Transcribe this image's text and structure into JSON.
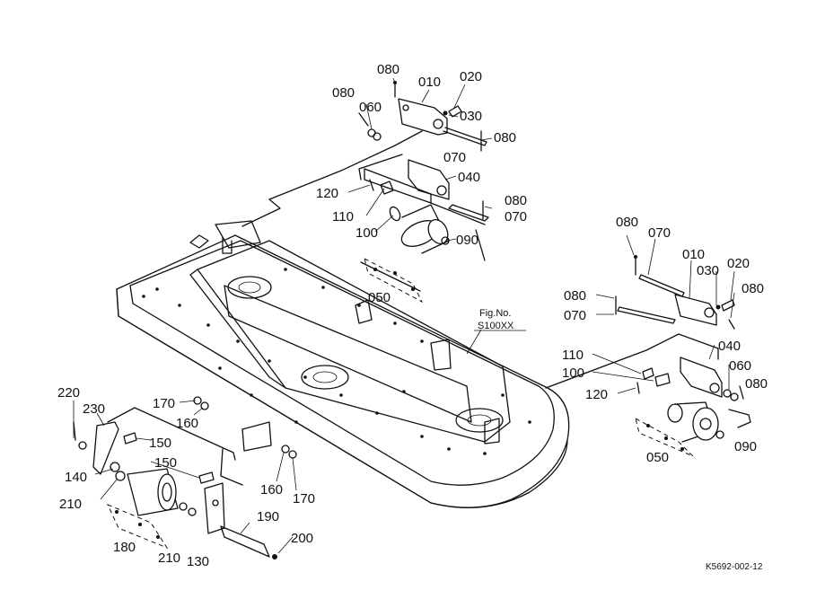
{
  "labels": {
    "p010_a": "010",
    "p020_a": "020",
    "p030_a": "030",
    "p080_a1": "080",
    "p080_a2": "080",
    "p080_a3": "080",
    "p060_a": "060",
    "p070_a1": "070",
    "p040_a": "040",
    "p080_a4": "080",
    "p070_a2": "070",
    "p120_a": "120",
    "p110_a": "110",
    "p100_a": "100",
    "p090_a": "090",
    "p050_a": "050",
    "p080_b1": "080",
    "p070_b1": "070",
    "p010_b": "010",
    "p030_b": "030",
    "p020_b": "020",
    "p080_b2": "080",
    "p070_b2": "070",
    "p080_b3": "080",
    "p040_b": "040",
    "p110_b": "110",
    "p100_b": "100",
    "p120_b": "120",
    "p060_b": "060",
    "p080_b4": "080",
    "p090_b": "090",
    "p050_b": "050",
    "p220": "220",
    "p230": "230",
    "p150_a": "150",
    "p140": "140",
    "p210_a": "210",
    "p150_b": "150",
    "p180": "180",
    "p210_b": "210",
    "p130": "130",
    "p190": "190",
    "p200": "200",
    "p170_a": "170",
    "p160_a": "160",
    "p160_b": "160",
    "p170_b": "170"
  },
  "figure_ref": {
    "label": "Fig.No.",
    "number": "S100XX"
  },
  "drawing_code": "K5692-002-12"
}
